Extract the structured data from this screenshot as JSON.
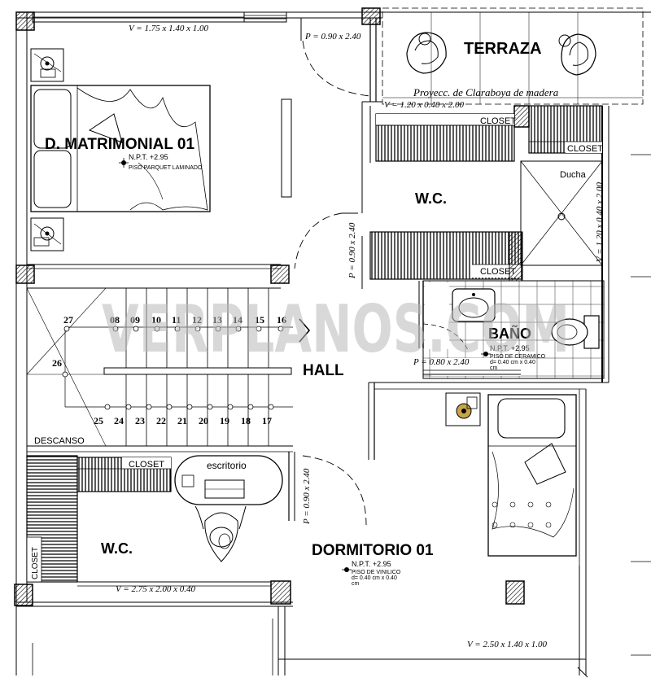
{
  "watermark": "VERPLANOS.COM",
  "rooms": {
    "bedroom_main": "D. MATRIMONIAL 01",
    "terrace": "TERRAZA",
    "wc_top": "W.C.",
    "hall": "HALL",
    "bathroom": "BAÑO",
    "wc_bottom": "W.C.",
    "bedroom_01": "DORMITORIO 01"
  },
  "annotations": {
    "npt_1": "N.P.T. +2.95",
    "floor_1": "PISO PARQUET LAMINADO",
    "npt_2": "N.P.T. +2.95",
    "floor_2a": "PISO DE CERAMICO",
    "floor_2b": "d= 0.40 cm x 0.40",
    "floor_2c": "cm",
    "npt_3": "N.P.T. +2.95",
    "floor_3a": "PISO DE VINILICO",
    "floor_3b": "d= 0.40 cm x 0.40",
    "floor_3c": "cm",
    "skylight": "Proyecc. de Claraboya de madera",
    "shower": "Ducha",
    "landing": "DESCANSO",
    "desk": "escritorio"
  },
  "closets": {
    "c1": "CLOSET",
    "c2": "CLOSET",
    "c3": "CLOSET",
    "c4": "CLOSET",
    "c5": "CLOSET"
  },
  "dimensions": {
    "window_top": "V = 1.75 x 1.40 x 1.00",
    "door_top": "P = 0.90 x 2.40",
    "window_terrace": "V = 1.20 x 0.40 x 2.00",
    "door_hall": "P = 0.90 x 2.40",
    "window_shower": "V = 1.20 x 0.40 x 2.00",
    "door_bath": "P = 0.80 x 2.40",
    "door_bedroom": "P = 0.90 x 2.40",
    "window_wc": "V = 2.75 x 2.00 x 0.40",
    "window_bottom": "V = 2.50 x 1.40 x 1.00"
  },
  "stairs": {
    "top_row": [
      "27",
      "08",
      "09",
      "10",
      "11",
      "12",
      "13",
      "14",
      "15",
      "16"
    ],
    "left": "26",
    "bottom_row": [
      "25",
      "24",
      "23",
      "22",
      "21",
      "20",
      "19",
      "18",
      "17"
    ]
  }
}
